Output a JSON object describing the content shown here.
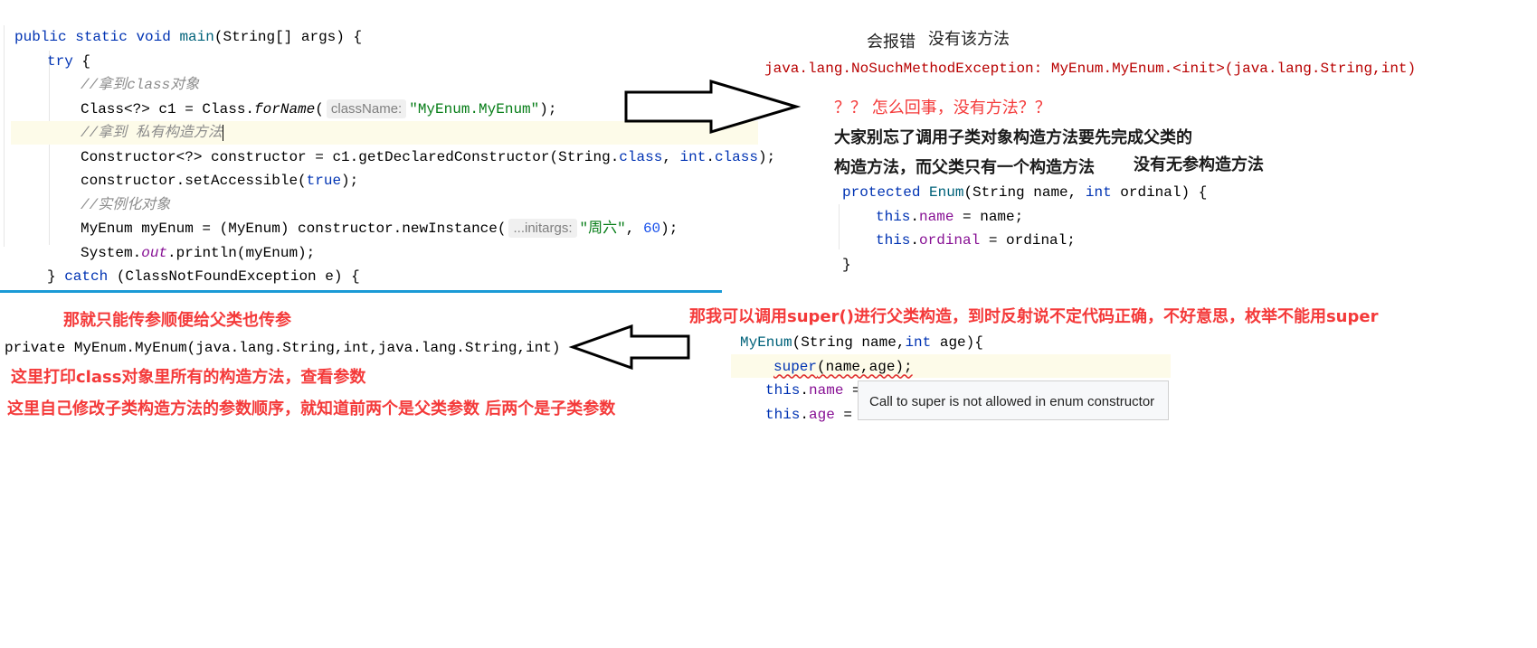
{
  "code_main": {
    "l1": {
      "kw1": "public",
      "kw2": "static",
      "kw3": "void",
      "fn": "main",
      "rest": "(String[] args) {"
    },
    "l2": {
      "kw": "try",
      "rest": " {"
    },
    "l3": {
      "comment": "//拿到class对象"
    },
    "l4": {
      "a": "Class<?> c1 = Class.",
      "b": "forName",
      "c": "(",
      "hint": "className:",
      "str": "\"MyEnum.MyEnum\"",
      "d": ");"
    },
    "l5": {
      "comment": "//拿到 私有构造方法"
    },
    "l6": {
      "a": "Constructor<?> constructor = c1.getDeclaredConstructor(String.",
      "kw1": "class",
      "b": ", ",
      "kw2": "int",
      "c": ".",
      "kw3": "class",
      "d": ");"
    },
    "l7": {
      "a": "constructor.setAccessible(",
      "kw": "true",
      "b": ");"
    },
    "l8": {
      "comment": "//实例化对象"
    },
    "l9": {
      "a": "MyEnum myEnum = (MyEnum) constructor.newInstance(",
      "hint": "...initargs:",
      "str": "\"周六\"",
      "b": ", ",
      "num": "60",
      "c": ");"
    },
    "l10": {
      "a": "System.",
      "fld": "out",
      "b": ".println(myEnum);"
    },
    "l11": {
      "a": "} ",
      "kw": "catch",
      "b": " (ClassNotFoundException e) {"
    }
  },
  "right_top": {
    "label1": "会报错",
    "label2": "没有该方法",
    "exception": "java.lang.NoSuchMethodException: MyEnum.MyEnum.<init>(java.lang.String,int)",
    "question": "？？ 怎么回事，没有方法？？",
    "explain1": "大家别忘了调用子类对象构造方法要先完成父类的",
    "explain2a": "构造方法，而父类只有一个构造方法",
    "explain2b": "没有无参构造方法",
    "code": {
      "l1": {
        "kw1": "protected",
        "fn": "Enum",
        "a": "(String name, ",
        "kw2": "int",
        "b": " ordinal) {"
      },
      "l2": {
        "kw": "this",
        "a": ".",
        "fld": "name",
        "b": " = name;"
      },
      "l3": {
        "kw": "this",
        "a": ".",
        "fld": "ordinal",
        "b": " = ordinal;"
      },
      "l4": {
        "a": "}"
      }
    }
  },
  "left_bottom": {
    "note1": "那就只能传参顺便给父类也传参",
    "signature": "private MyEnum.MyEnum(java.lang.String,int,java.lang.String,int)",
    "note2": "这里打印class对象里所有的构造方法，查看参数",
    "note3": "这里自己修改子类构造方法的参数顺序，就知道前两个是父类参数 后两个是子类参数"
  },
  "right_bottom": {
    "note": "那我可以调用super()进行父类构造，到时反射说不定代码正确，不好意思，枚举不能用super",
    "code": {
      "l1": {
        "fn": "MyEnum",
        "a": "(String name,",
        "kw": "int",
        "b": " age){"
      },
      "l2": {
        "kw": "super",
        "a": "(name,age);"
      },
      "l3": {
        "kw": "this",
        "a": ".",
        "fld": "name",
        "b": " = "
      },
      "l4": {
        "kw": "this",
        "a": ".",
        "fld": "age",
        "b": " = "
      }
    },
    "tooltip": "Call to super is not allowed in enum constructor"
  },
  "colors": {
    "keyword": "#0033b3",
    "comment": "#8c8c8c",
    "string": "#067d17",
    "number": "#1750eb",
    "field": "#871094",
    "annotation_red": "#f43a3a",
    "divider": "#1a9ad6"
  }
}
